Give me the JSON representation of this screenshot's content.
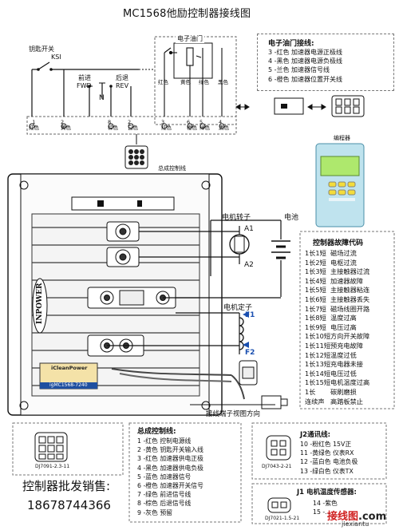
{
  "title": "MC1568他励控制器接线图",
  "top": {
    "key_switch": "钥匙开关",
    "ksi": "KSI",
    "forward": "前进",
    "fwd": "FWD",
    "reverse": "后退",
    "rev": "REV",
    "neutral": "N",
    "throttle_box": "电子油门",
    "throttle_wires": [
      "红色",
      "黄色",
      "绿色",
      "黑色"
    ],
    "left_pins": [
      {
        "num": "1",
        "color": "红色"
      },
      {
        "num": "2",
        "color": "黄色"
      },
      {
        "num": "8",
        "color": "棕色"
      },
      {
        "num": "2",
        "color": "白色"
      }
    ],
    "right_pins": [
      {
        "num": "3",
        "color": "红色"
      },
      {
        "num": "6",
        "color": "橙色"
      },
      {
        "num": "5",
        "color": "绿色"
      },
      {
        "num": "4",
        "color": "黑色"
      }
    ]
  },
  "throttle_panel": {
    "title": "电子油门接线:",
    "items": [
      "3 -红色    加速器电源正极线",
      "4 -黑色    加速器电源负极线",
      "5 -兰色    加速器信号线",
      "6 -橙色    加速器位置开关线"
    ]
  },
  "programmer": {
    "label": "编程器"
  },
  "controller": {
    "bus_label": "总成控制线",
    "brand": "INPOWER",
    "sticker_brand": "iCleanPower",
    "sticker_model": "igMC1568-7240",
    "motor_rotor": "电机转子",
    "a1": "A1",
    "a2": "A2",
    "battery": "电池",
    "motor_stator": "电机定子",
    "f1": "F1",
    "f2": "F2",
    "direction_note": "接线端子视图方向"
  },
  "fault_codes": {
    "title": "控制器故障代码",
    "rows": [
      {
        "code": "1长1短",
        "desc": "磁场过流"
      },
      {
        "code": "1长2短",
        "desc": "电枢过流"
      },
      {
        "code": "1长3短",
        "desc": "主接触器过流"
      },
      {
        "code": "1长4短",
        "desc": "加速器故障"
      },
      {
        "code": "1长5短",
        "desc": "主接触器粘连"
      },
      {
        "code": "1长6短",
        "desc": "主接触器丢失"
      },
      {
        "code": "1长7短",
        "desc": "磁场线圈开路"
      },
      {
        "code": "1长8短",
        "desc": "温度过高"
      },
      {
        "code": "1长9短",
        "desc": "电压过高"
      },
      {
        "code": "1长10短",
        "desc": "方向开关故障"
      },
      {
        "code": "1长11短",
        "desc": "预充电故障"
      },
      {
        "code": "1长12短",
        "desc": "温度过低"
      },
      {
        "code": "1长13短",
        "desc": "充电器未接"
      },
      {
        "code": "1长14短",
        "desc": "电压过低"
      },
      {
        "code": "1长15短",
        "desc": "电机温度过高"
      },
      {
        "code": "1长",
        "desc": "碳刷磨损"
      },
      {
        "code": "连续声",
        "desc": "高踏板禁止"
      }
    ]
  },
  "bottom": {
    "connector1_label": "DJ7091-2.3-11",
    "main_title": "总成控制线:",
    "main_items": [
      "1 -红色    控制电源线",
      "2 -黄色    钥匙开关输入线",
      "3 -红色    加速器供电正极",
      "4 -黑色    加速器供电负极",
      "5 -蓝色    加速器信号",
      "6 -橙色    加速器开关信号",
      "7 -绿色    前进信号线",
      "8 -棕色    后退信号线",
      "9 -灰色    预留"
    ],
    "sales_title": "控制器批发销售:",
    "sales_phone": "18678744366",
    "j2_title": "J2通讯线:",
    "j2_connector": "DJ7043-2-21",
    "j2_items": [
      "10 -粉红色    15V正",
      "11 -黄绿色    仪表RX",
      "12 -蓝白色    电池负极",
      "13 -绿白色    仪表TX"
    ],
    "j1_title": "J1  电机温度传感器:",
    "j1_connector": "DJ7021-1.5-21",
    "j1_items": [
      "14 -紫色",
      "15 -..."
    ],
    "watermark": "接线图",
    "watermark_com": ".com",
    "watermark_url": "jiexiantu"
  }
}
